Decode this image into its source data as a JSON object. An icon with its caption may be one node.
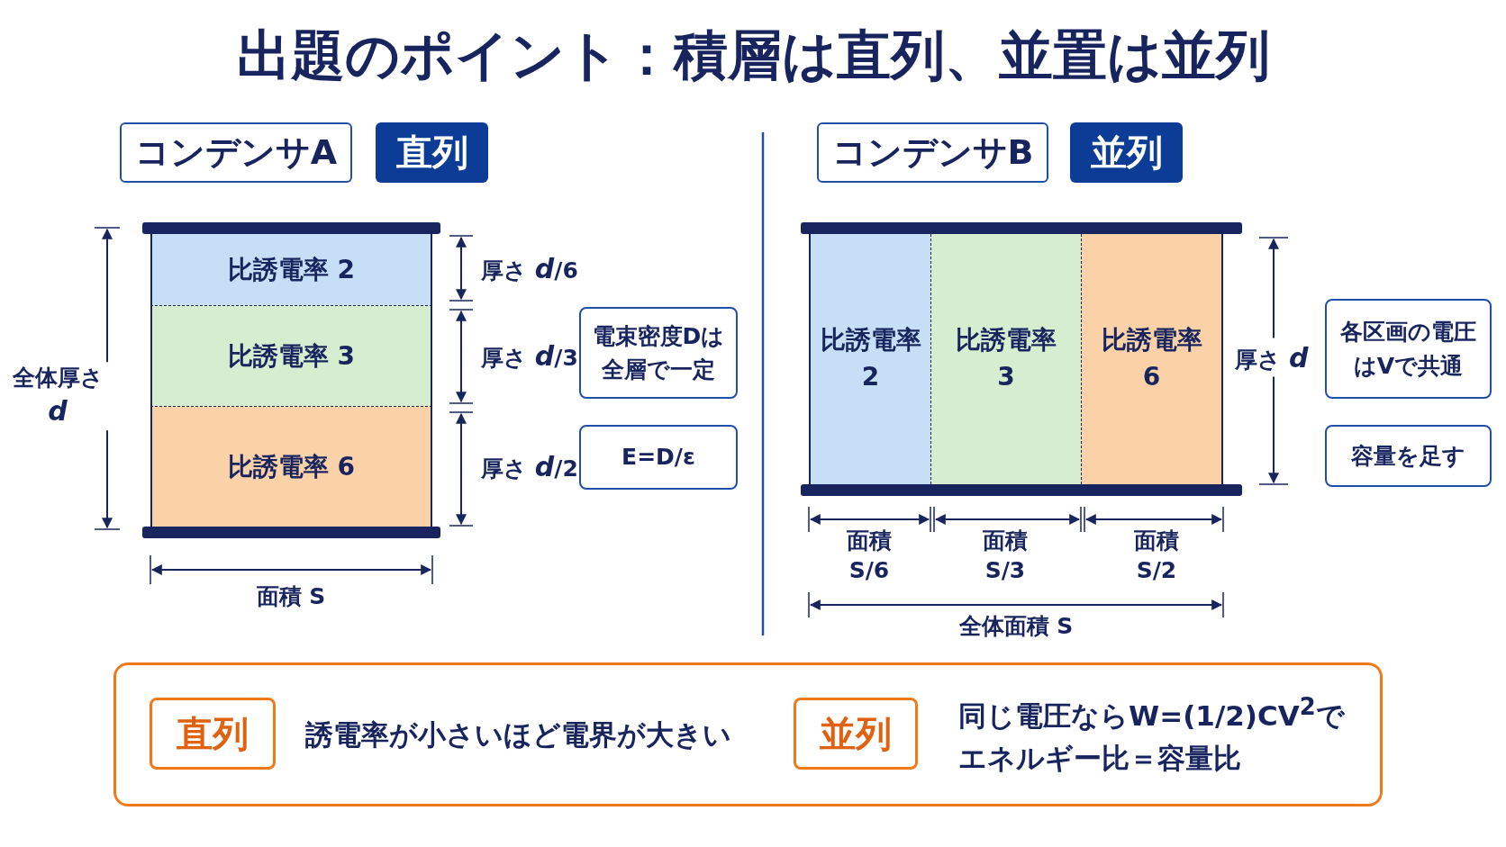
{
  "diagram": {
    "title": "出題のポイント：積層は直列、並置は並列",
    "nodes": [
      {
        "text": [
          "コンデンサA"
        ]
      },
      {
        "text": [
          "直列"
        ]
      },
      {
        "text": [
          "比誘電率 2"
        ]
      },
      {
        "text": [
          "比誘電率 3"
        ]
      },
      {
        "text": [
          "比誘電率 6"
        ]
      },
      {
        "text": [
          "電束密度Dは全層で一定"
        ]
      },
      {
        "text": [
          "E=D/ε"
        ]
      },
      {
        "text": [
          "コンデンサB"
        ]
      },
      {
        "text": [
          "並列"
        ]
      },
      {
        "text": [
          "比誘電率 2"
        ]
      },
      {
        "text": [
          "比誘電率 3"
        ]
      },
      {
        "text": [
          "比誘電率 6"
        ]
      },
      {
        "text": [
          "各区画の電圧はVで共通"
        ]
      },
      {
        "text": [
          "容量を足す"
        ]
      },
      {
        "text": [
          "誘電率が小さいほど電界が大きい",
          "同じ電圧ならW=(1/2)CV$^{2}$でエネルギー比＝容量比"
        ]
      },
      {
        "text": [
          "直列"
        ],
        "in": 14
      },
      {
        "text": [
          "並列"
        ],
        "in": 14
      }
    ],
    "labels": [
      "全体厚さ *d*",
      "厚さ *d*/6",
      "厚さ *d*/3",
      "厚さ *d*/2",
      "面積 S",
      "厚さ *d*",
      "面積 S/6",
      "面積 S/3",
      "面積 S/2",
      "全体面積 S"
    ]
  }
}
